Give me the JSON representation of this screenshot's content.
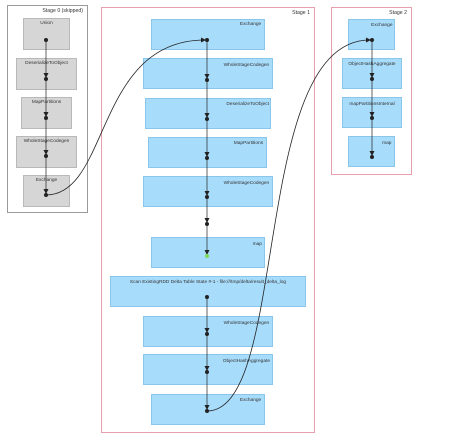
{
  "colors": {
    "skipped_stage_border": "#9a9a9a",
    "active_stage_border": "#e8a0ac",
    "skipped_node_fill": "#d6d6d6",
    "skipped_node_border": "#b9b9b9",
    "active_node_fill": "#a8dcfb",
    "active_node_border": "#8ac6ea",
    "edge": "#222222",
    "highlight_dot": "#7ed957"
  },
  "stages": [
    {
      "id": "stage0",
      "title": "Stage 0 (skipped)",
      "status": "skipped",
      "nodes": [
        {
          "id": "s0n0",
          "label": "Union"
        },
        {
          "id": "s0n1",
          "label": "DeserializeToObject"
        },
        {
          "id": "s0n2",
          "label": "MapPartitions"
        },
        {
          "id": "s0n3",
          "label": "WholeStageCodegen"
        },
        {
          "id": "s0n4",
          "label": "Exchange"
        }
      ]
    },
    {
      "id": "stage1",
      "title": "Stage 1",
      "status": "active",
      "nodes": [
        {
          "id": "s1n0",
          "label": "Exchange"
        },
        {
          "id": "s1n1",
          "label": "WholeStageCodegen"
        },
        {
          "id": "s1n2",
          "label": "DeserializeToObject"
        },
        {
          "id": "s1n3",
          "label": "MapPartitions"
        },
        {
          "id": "s1n4",
          "label": "WholeStageCodegen"
        },
        {
          "id": "s1n5",
          "label": "map"
        },
        {
          "id": "s1n6",
          "label": "Scan ExistingRDD Delta Table State #-1 - file:///tmp/delta/result_delta_log"
        },
        {
          "id": "s1n7",
          "label": "WholeStageCodegen"
        },
        {
          "id": "s1n8",
          "label": "ObjectHashAggregate"
        },
        {
          "id": "s1n9",
          "label": "Exchange"
        }
      ]
    },
    {
      "id": "stage2",
      "title": "Stage 2",
      "status": "active",
      "nodes": [
        {
          "id": "s2n0",
          "label": "Exchange"
        },
        {
          "id": "s2n1",
          "label": "ObjectHashAggregate"
        },
        {
          "id": "s2n2",
          "label": "mapPartitionsInternal"
        },
        {
          "id": "s2n3",
          "label": "map"
        }
      ]
    }
  ]
}
